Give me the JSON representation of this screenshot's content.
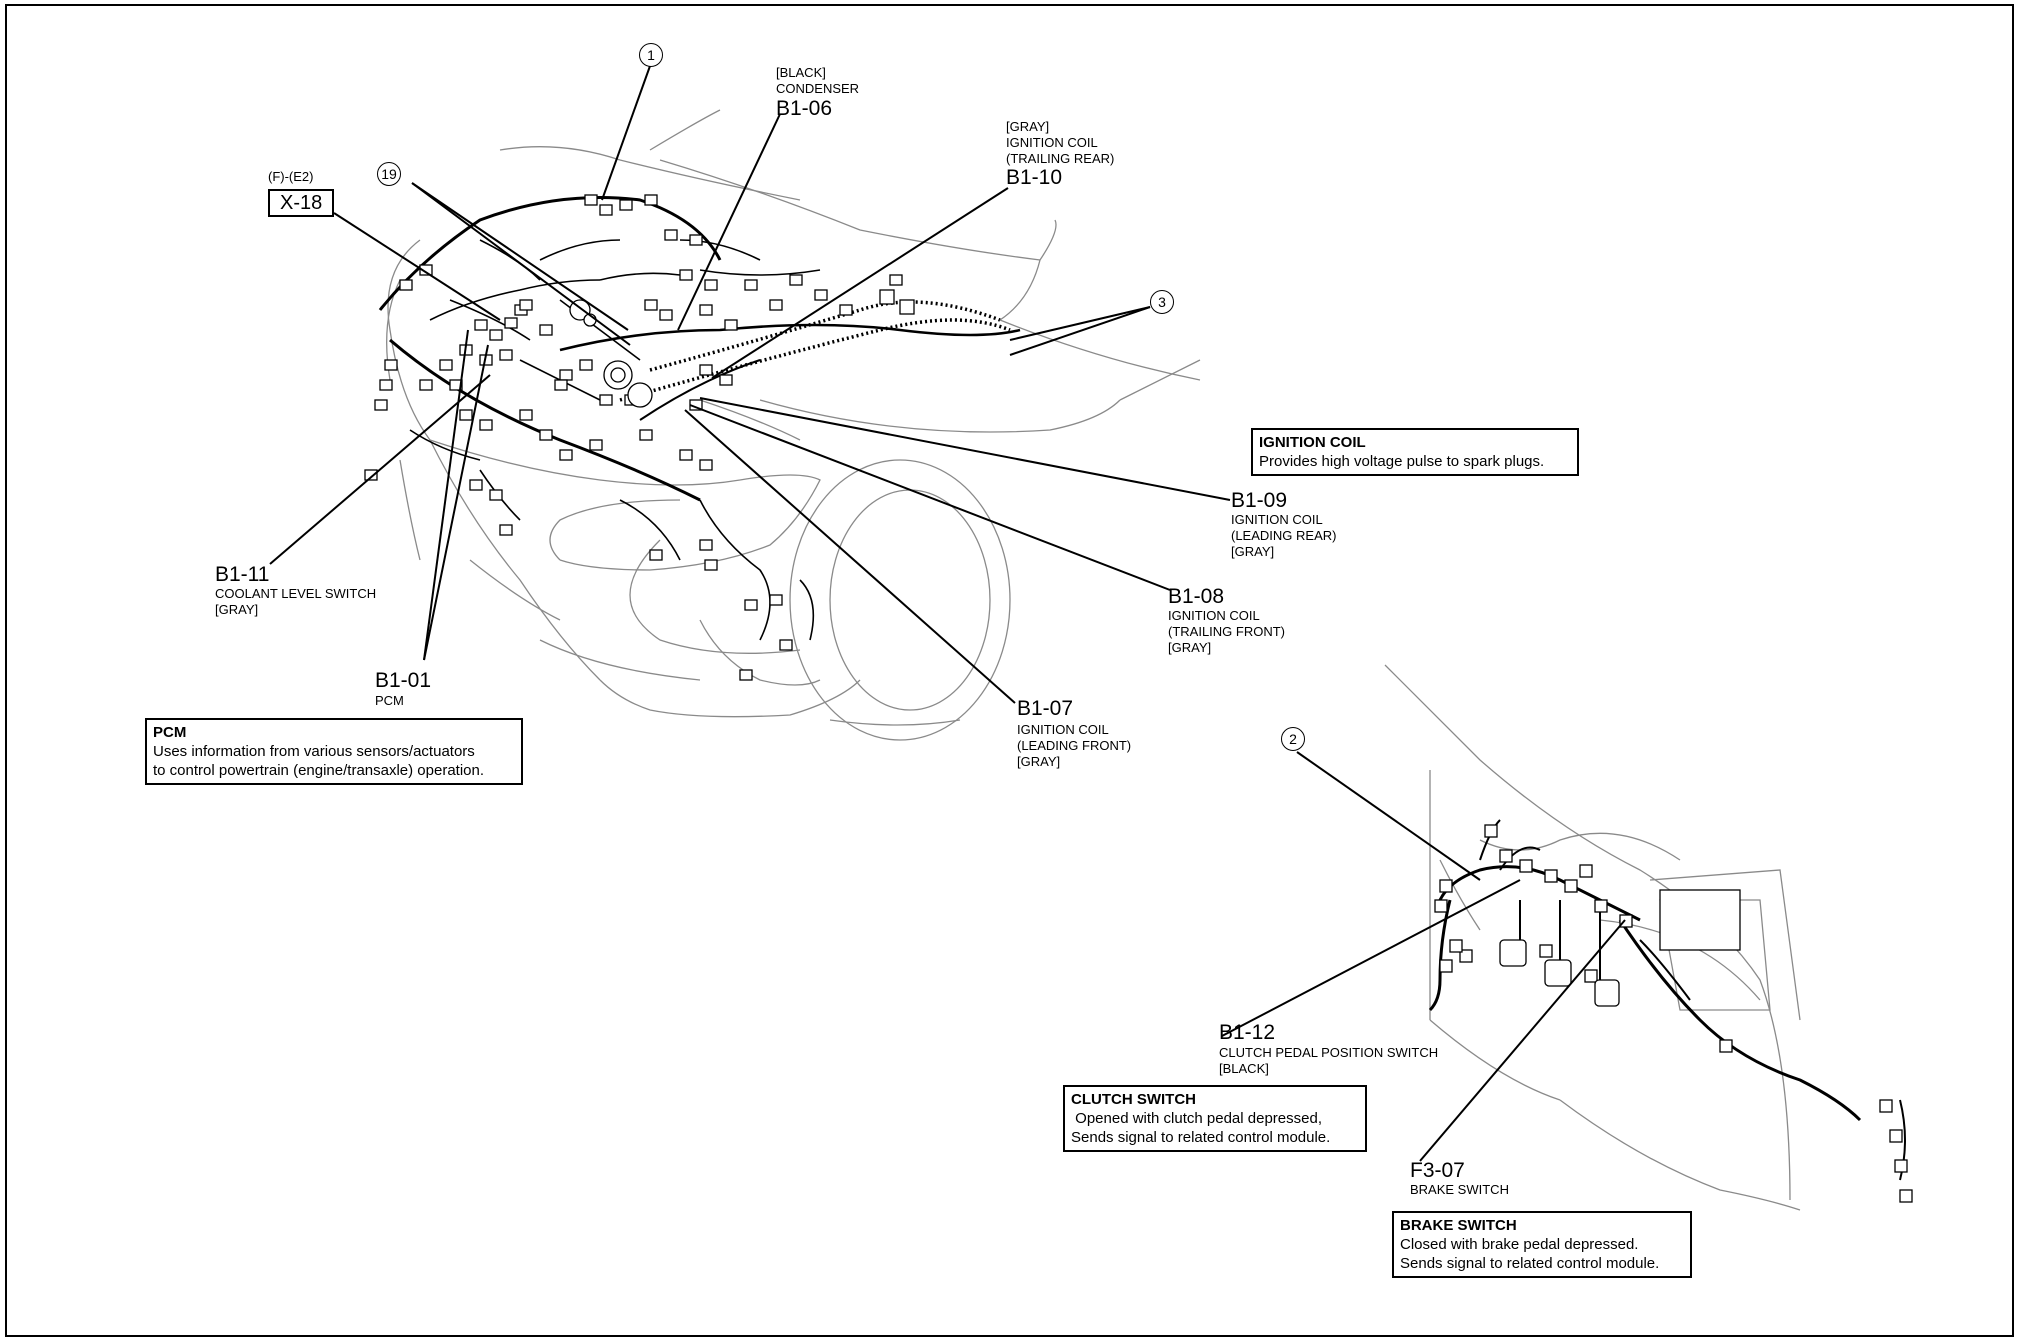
{
  "callouts": [
    {
      "id": "c1",
      "number": "1"
    },
    {
      "id": "c19",
      "number": "19"
    },
    {
      "id": "c3",
      "number": "3"
    },
    {
      "id": "c2",
      "number": "2"
    }
  ],
  "connectors": {
    "b106": {
      "tag": "[BLACK]",
      "name": "CONDENSER",
      "code": "B1-06"
    },
    "b110": {
      "tag": "[GRAY]",
      "name1": "IGNITION COIL",
      "name2": "(TRAILING REAR)",
      "code": "B1-10"
    },
    "x18": {
      "tag": "(F)-(E2)",
      "code": "X-18"
    },
    "b111": {
      "code": "B1-11",
      "name": "COOLANT LEVEL SWITCH",
      "tag": "[GRAY]"
    },
    "b101": {
      "code": "B1-01",
      "name": "PCM"
    },
    "b109": {
      "code": "B1-09",
      "name1": "IGNITION COIL",
      "name2": "(LEADING REAR)",
      "tag": "[GRAY]"
    },
    "b108": {
      "code": "B1-08",
      "name1": "IGNITION COIL",
      "name2": "(TRAILING FRONT)",
      "tag": "[GRAY]"
    },
    "b107": {
      "code": "B1-07",
      "name1": "IGNITION COIL",
      "name2": "(LEADING FRONT)",
      "tag": "[GRAY]"
    },
    "b112": {
      "code": "B1-12",
      "name": "CLUTCH PEDAL POSITION SWITCH",
      "tag": "[BLACK]"
    },
    "f307": {
      "code": "F3-07",
      "name": "BRAKE SWITCH"
    }
  },
  "info_boxes": {
    "ignition": {
      "title": "IGNITION COIL",
      "lines": [
        "Provides high voltage pulse to spark plugs."
      ]
    },
    "pcm": {
      "title": "PCM",
      "lines": [
        "Uses information from various sensors/actuators",
        "to control powertrain (engine/transaxle) operation."
      ]
    },
    "clutch": {
      "title": "CLUTCH SWITCH",
      "lines": [
        " Opened with clutch pedal depressed,",
        "Sends signal to related control module."
      ]
    },
    "brake": {
      "title": "BRAKE SWITCH",
      "lines": [
        "Closed with brake pedal depressed.",
        "Sends signal to related control module."
      ]
    }
  },
  "colors": {
    "line": "#000000",
    "sketch": "#7a7a7a",
    "background": "#ffffff"
  }
}
